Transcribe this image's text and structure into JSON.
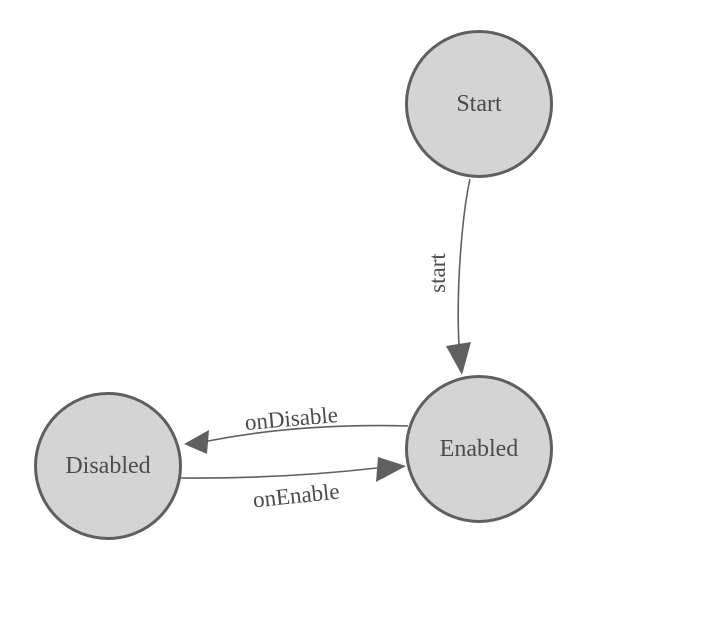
{
  "diagram": {
    "kind": "finite-state-machine",
    "states": [
      {
        "id": "start",
        "label": "Start"
      },
      {
        "id": "enabled",
        "label": "Enabled"
      },
      {
        "id": "disabled",
        "label": "Disabled"
      }
    ],
    "transitions": [
      {
        "id": "start",
        "label": "start",
        "from": "Start",
        "to": "Enabled"
      },
      {
        "id": "onDisable",
        "label": "onDisable",
        "from": "Enabled",
        "to": "Disabled"
      },
      {
        "id": "onEnable",
        "label": "onEnable",
        "from": "Disabled",
        "to": "Enabled"
      }
    ],
    "colors": {
      "background": "#ffffff",
      "state_fill": "#d4d4d4",
      "state_stroke": "#5f5f5f",
      "edge_stroke": "#606060",
      "label_text": "#4b4b51"
    }
  }
}
